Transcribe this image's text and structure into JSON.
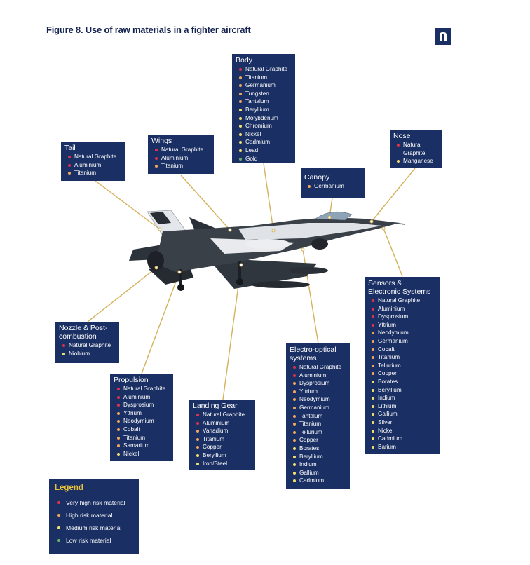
{
  "title": "Figure 8. Use of raw materials in a fighter aircraft",
  "colors": {
    "very_high": "#e0314b",
    "high": "#f2a65a",
    "medium": "#f5e16a",
    "low": "#67b36a",
    "box_bg": "#1a2f63",
    "leader": "#d4b25a",
    "legend_title": "#e9c43a"
  },
  "tail": {
    "title": "Tail",
    "items": [
      {
        "name": "Natural Graphite",
        "risk": "very_high"
      },
      {
        "name": "Aluminium",
        "risk": "very_high"
      },
      {
        "name": "Titanium",
        "risk": "high"
      }
    ]
  },
  "wings": {
    "title": "Wings",
    "items": [
      {
        "name": "Natural Graphite",
        "risk": "very_high"
      },
      {
        "name": "Aluminium",
        "risk": "very_high"
      },
      {
        "name": "Titanium",
        "risk": "high"
      }
    ]
  },
  "body": {
    "title": "Body",
    "items": [
      {
        "name": "Natural Graphite",
        "risk": "very_high"
      },
      {
        "name": "Titanium",
        "risk": "high"
      },
      {
        "name": "Germanium",
        "risk": "high"
      },
      {
        "name": "Tungsten",
        "risk": "high"
      },
      {
        "name": "Tantalum",
        "risk": "high"
      },
      {
        "name": "Beryllium",
        "risk": "medium"
      },
      {
        "name": "Molybdenum",
        "risk": "medium"
      },
      {
        "name": "Chromium",
        "risk": "medium"
      },
      {
        "name": "Nickel",
        "risk": "medium"
      },
      {
        "name": "Cadmium",
        "risk": "medium"
      },
      {
        "name": "Lead",
        "risk": "medium"
      },
      {
        "name": "Gold",
        "risk": "low"
      }
    ]
  },
  "canopy": {
    "title": "Canopy",
    "items": [
      {
        "name": "Germanium",
        "risk": "high"
      }
    ]
  },
  "nose": {
    "title": "Nose",
    "items": [
      {
        "name": "Natural",
        "risk": "very_high"
      },
      {
        "name": "Graphite",
        "risk": ""
      },
      {
        "name": "Manganese",
        "risk": "medium"
      }
    ]
  },
  "sensors": {
    "title1": "Sensors &",
    "title2": "Electronic Systems",
    "items": [
      {
        "name": "Natural Graphite",
        "risk": "very_high"
      },
      {
        "name": "Aluminium",
        "risk": "very_high"
      },
      {
        "name": "Dysprosium",
        "risk": "very_high"
      },
      {
        "name": "Yttrium",
        "risk": "very_high"
      },
      {
        "name": "Neodymium",
        "risk": "high"
      },
      {
        "name": "Germanium",
        "risk": "high"
      },
      {
        "name": "Cobalt",
        "risk": "high"
      },
      {
        "name": "Titanium",
        "risk": "high"
      },
      {
        "name": "Tellurium",
        "risk": "high"
      },
      {
        "name": "Copper",
        "risk": "high"
      },
      {
        "name": "Borates",
        "risk": "medium"
      },
      {
        "name": "Beryllium",
        "risk": "medium"
      },
      {
        "name": "Indium",
        "risk": "medium"
      },
      {
        "name": "Lithium",
        "risk": "medium"
      },
      {
        "name": "Gallium",
        "risk": "medium"
      },
      {
        "name": "Silver",
        "risk": "medium"
      },
      {
        "name": "Nickel",
        "risk": "medium"
      },
      {
        "name": "Cadmium",
        "risk": "medium"
      },
      {
        "name": "Barium",
        "risk": "medium"
      }
    ]
  },
  "nozzle": {
    "title1": "Nozzle & Post-",
    "title2": "combustion",
    "items": [
      {
        "name": "Natural Graphite",
        "risk": "very_high"
      },
      {
        "name": "Niobium",
        "risk": "medium"
      }
    ]
  },
  "propulsion": {
    "title": "Propulsion",
    "items": [
      {
        "name": "Natural Graphite",
        "risk": "very_high"
      },
      {
        "name": "Aluminium",
        "risk": "very_high"
      },
      {
        "name": "Dysprosium",
        "risk": "very_high"
      },
      {
        "name": "Yttrium",
        "risk": "high"
      },
      {
        "name": "Neodymium",
        "risk": "high"
      },
      {
        "name": "Cobalt",
        "risk": "high"
      },
      {
        "name": "Titanium",
        "risk": "high"
      },
      {
        "name": "Samarium",
        "risk": "high"
      },
      {
        "name": "Nickel",
        "risk": "medium"
      }
    ]
  },
  "landing": {
    "title": "Landing Gear",
    "items": [
      {
        "name": "Natural Graphite",
        "risk": "very_high"
      },
      {
        "name": "Aluminium",
        "risk": "very_high"
      },
      {
        "name": "Vanadium",
        "risk": "high"
      },
      {
        "name": "Titanium",
        "risk": "high"
      },
      {
        "name": "Copper",
        "risk": "high"
      },
      {
        "name": "Beryllium",
        "risk": "medium"
      },
      {
        "name": "Iron/Steel",
        "risk": "medium"
      }
    ]
  },
  "electro": {
    "title1": "Electro-optical",
    "title2": "systems",
    "items": [
      {
        "name": "Natural Graphite",
        "risk": "very_high"
      },
      {
        "name": "Aluminium",
        "risk": "very_high"
      },
      {
        "name": "Dysprosium",
        "risk": "high"
      },
      {
        "name": "Yttrium",
        "risk": "high"
      },
      {
        "name": "Neodymium",
        "risk": "high"
      },
      {
        "name": "Germanium",
        "risk": "high"
      },
      {
        "name": "Tantalum",
        "risk": "high"
      },
      {
        "name": "Titanium",
        "risk": "high"
      },
      {
        "name": "Tellurium",
        "risk": "high"
      },
      {
        "name": "Copper",
        "risk": "high"
      },
      {
        "name": "Borates",
        "risk": "medium"
      },
      {
        "name": "Beryllium",
        "risk": "medium"
      },
      {
        "name": "Indium",
        "risk": "medium"
      },
      {
        "name": "Gallium",
        "risk": "medium"
      },
      {
        "name": "Cadmium",
        "risk": "medium"
      }
    ]
  },
  "legend": {
    "title": "Legend",
    "items": [
      {
        "label": "Very high risk material",
        "risk": "very_high"
      },
      {
        "label": "High risk material",
        "risk": "high"
      },
      {
        "label": "Medium risk material",
        "risk": "medium"
      },
      {
        "label": "Low risk material",
        "risk": "low"
      }
    ]
  }
}
